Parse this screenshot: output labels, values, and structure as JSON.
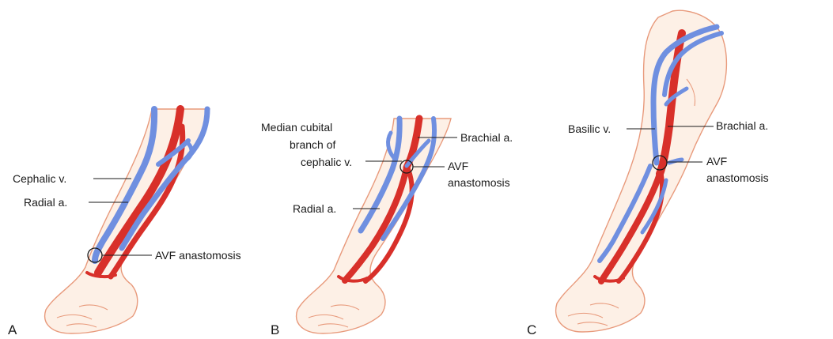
{
  "colors": {
    "artery": "#d8302a",
    "artery_edge": "#9e1f1a",
    "vein": "#6f8fe0",
    "vein_edge": "#3d5bb8",
    "skin": "#fdf0e6",
    "skin_line": "#e89a7c",
    "ink": "#1a1a1a"
  },
  "panels": [
    {
      "letter": "A",
      "labels": {
        "cephalic": "Cephalic v.",
        "radial": "Radial a.",
        "avf": "AVF anastomosis"
      }
    },
    {
      "letter": "B",
      "labels": {
        "median_line1": "Median cubital",
        "median_line2": "branch of",
        "median_line3": "cephalic v.",
        "brachial": "Brachial a.",
        "avf_line1": "AVF",
        "avf_line2": "anastomosis",
        "radial": "Radial a."
      }
    },
    {
      "letter": "C",
      "labels": {
        "basilic": "Basilic v.",
        "brachial": "Brachial a.",
        "avf_line1": "AVF",
        "avf_line2": "anastomosis"
      }
    }
  ]
}
